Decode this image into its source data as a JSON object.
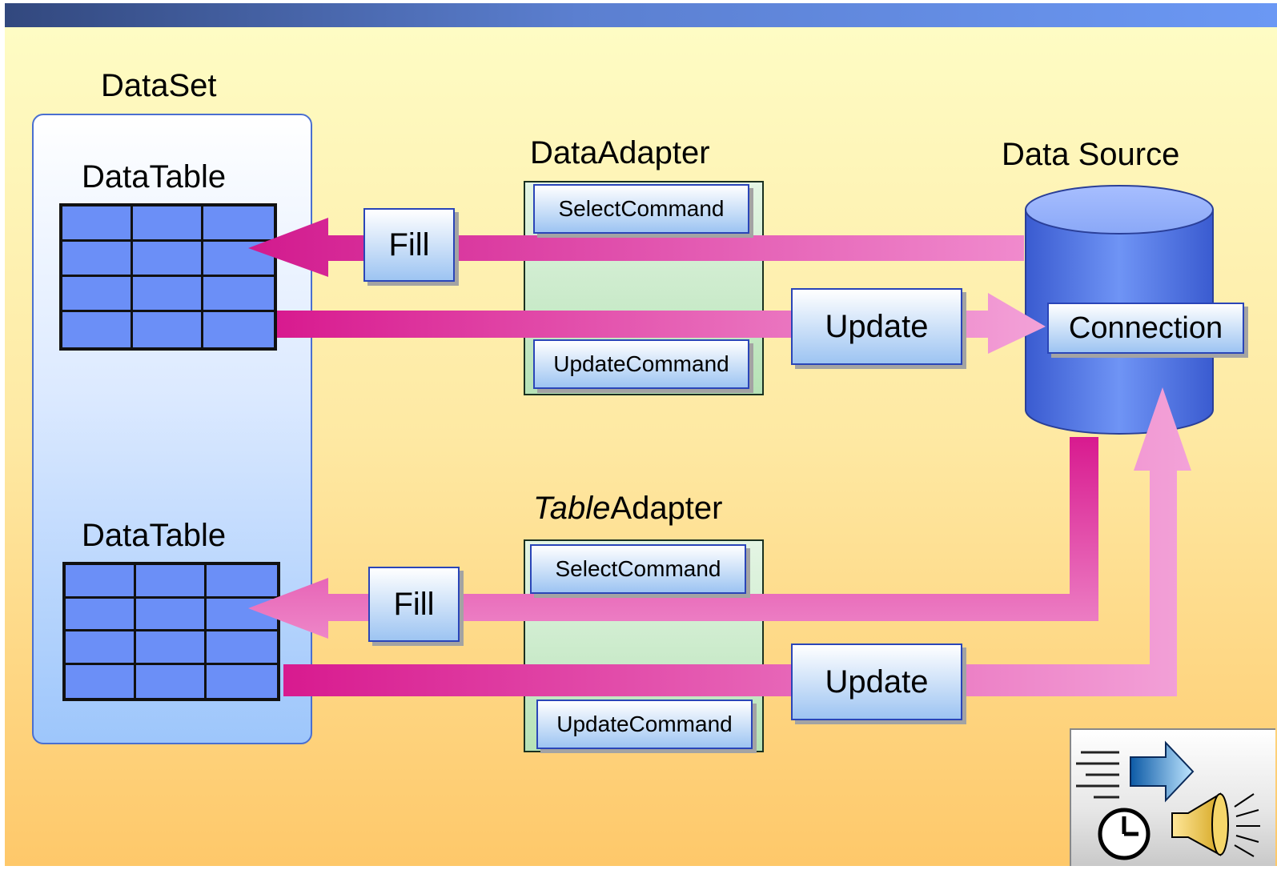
{
  "labels": {
    "dataset": "DataSet",
    "datatable_top": "DataTable",
    "datatable_bottom": "DataTable",
    "data_adapter": "DataAdapter",
    "table_adapter_italic": "Table",
    "table_adapter_rest": "Adapter",
    "data_source": "Data Source"
  },
  "adapter_top": {
    "select_command": "SelectCommand",
    "update_command": "UpdateCommand"
  },
  "adapter_bottom": {
    "select_command": "SelectCommand",
    "update_command": "UpdateCommand"
  },
  "arrows": {
    "fill_top": "Fill",
    "update_top": "Update",
    "fill_bottom": "Fill",
    "update_bottom": "Update"
  },
  "data_source": {
    "connection": "Connection"
  },
  "icons": [
    "database-cylinder-icon",
    "datatable-grid-icon",
    "clock-icon",
    "arrow-icon",
    "speaker-icon"
  ],
  "colors": {
    "title_bar": "#5b7fd0",
    "arrow_dark": "#d81a8f",
    "arrow_light": "#f2a0d6",
    "cylinder": "#5a7fe8",
    "grid": "#6b8ff7"
  }
}
